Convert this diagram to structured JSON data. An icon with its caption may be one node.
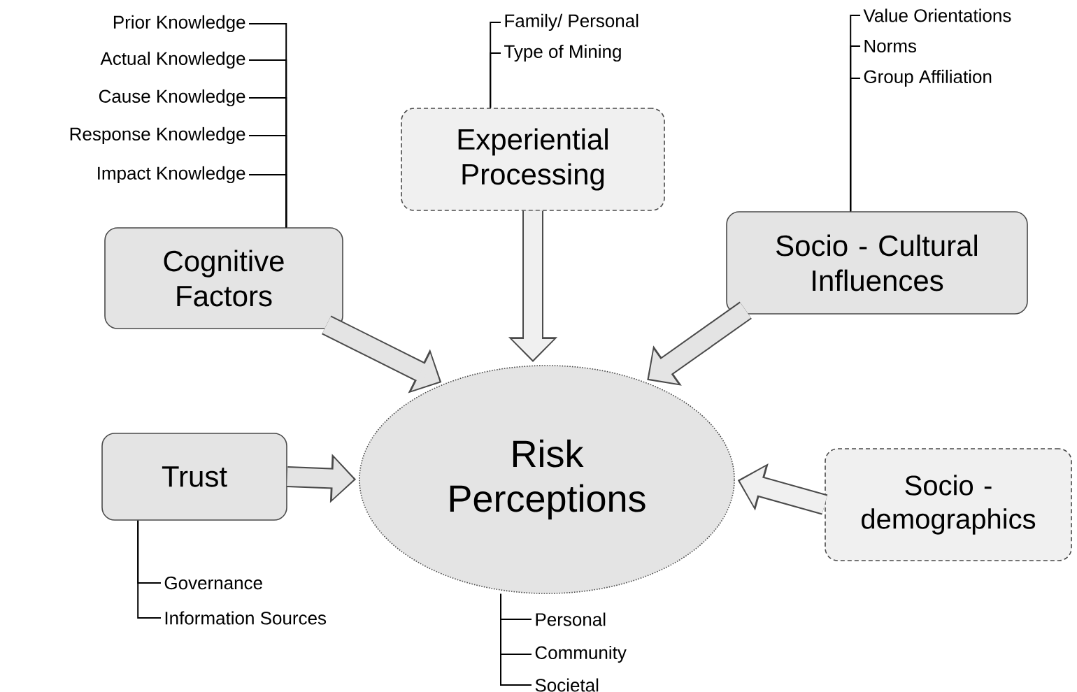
{
  "diagram": {
    "nodes": [
      {
        "text": [
          "Cognitive Factors"
        ]
      },
      {
        "text": [
          "Experiential Processing"
        ]
      },
      {
        "text": [
          "Socio - Cultural Influences"
        ]
      },
      {
        "text": [
          "Trust"
        ]
      },
      {
        "text": [
          "Risk Perceptions"
        ]
      },
      {
        "text": [
          "Socio - demographics"
        ]
      },
      {
        "text": [
          "Prior Knowledge"
        ]
      },
      {
        "text": [
          "Actual Knowledge"
        ]
      },
      {
        "text": [
          "Cause Knowledge"
        ]
      },
      {
        "text": [
          "Response Knowledge"
        ]
      },
      {
        "text": [
          "Impact Knowledge"
        ]
      },
      {
        "text": [
          "Family/ Personal"
        ]
      },
      {
        "text": [
          "Type of Mining"
        ]
      },
      {
        "text": [
          "Value Orientations"
        ]
      },
      {
        "text": [
          "Norms"
        ]
      },
      {
        "text": [
          "Group Affiliation"
        ]
      },
      {
        "text": [
          "Governance"
        ]
      },
      {
        "text": [
          "Information Sources"
        ]
      },
      {
        "text": [
          "Personal"
        ]
      },
      {
        "text": [
          "Community"
        ]
      },
      {
        "text": [
          "Societal"
        ]
      }
    ],
    "edges": [
      {
        "from": 0,
        "to": 4,
        "arrow": "to",
        "style": "thick",
        "color": "#e4e4e4"
      },
      {
        "from": 1,
        "to": 4,
        "arrow": "to",
        "style": "thick",
        "color": "#f0f0f0"
      },
      {
        "from": 2,
        "to": 4,
        "arrow": "to",
        "style": "thick",
        "color": "#e4e4e4"
      },
      {
        "from": 3,
        "to": 4,
        "arrow": "to",
        "style": "thick",
        "color": "#e4e4e4"
      },
      {
        "from": 5,
        "to": 4,
        "arrow": "to",
        "style": "thick",
        "color": "#f0f0f0"
      },
      {
        "from": 0,
        "to": 6,
        "arrow": "none"
      },
      {
        "from": 0,
        "to": 7,
        "arrow": "none"
      },
      {
        "from": 0,
        "to": 8,
        "arrow": "none"
      },
      {
        "from": 0,
        "to": 9,
        "arrow": "none"
      },
      {
        "from": 0,
        "to": 10,
        "arrow": "none"
      },
      {
        "from": 1,
        "to": 11,
        "arrow": "none"
      },
      {
        "from": 1,
        "to": 12,
        "arrow": "none"
      },
      {
        "from": 2,
        "to": 13,
        "arrow": "none"
      },
      {
        "from": 2,
        "to": 14,
        "arrow": "none"
      },
      {
        "from": 2,
        "to": 15,
        "arrow": "none"
      },
      {
        "from": 3,
        "to": 16,
        "arrow": "none"
      },
      {
        "from": 3,
        "to": 17,
        "arrow": "none"
      },
      {
        "from": 4,
        "to": 18,
        "arrow": "none"
      },
      {
        "from": 4,
        "to": 19,
        "arrow": "none"
      },
      {
        "from": 4,
        "to": 20,
        "arrow": "none"
      }
    ]
  }
}
